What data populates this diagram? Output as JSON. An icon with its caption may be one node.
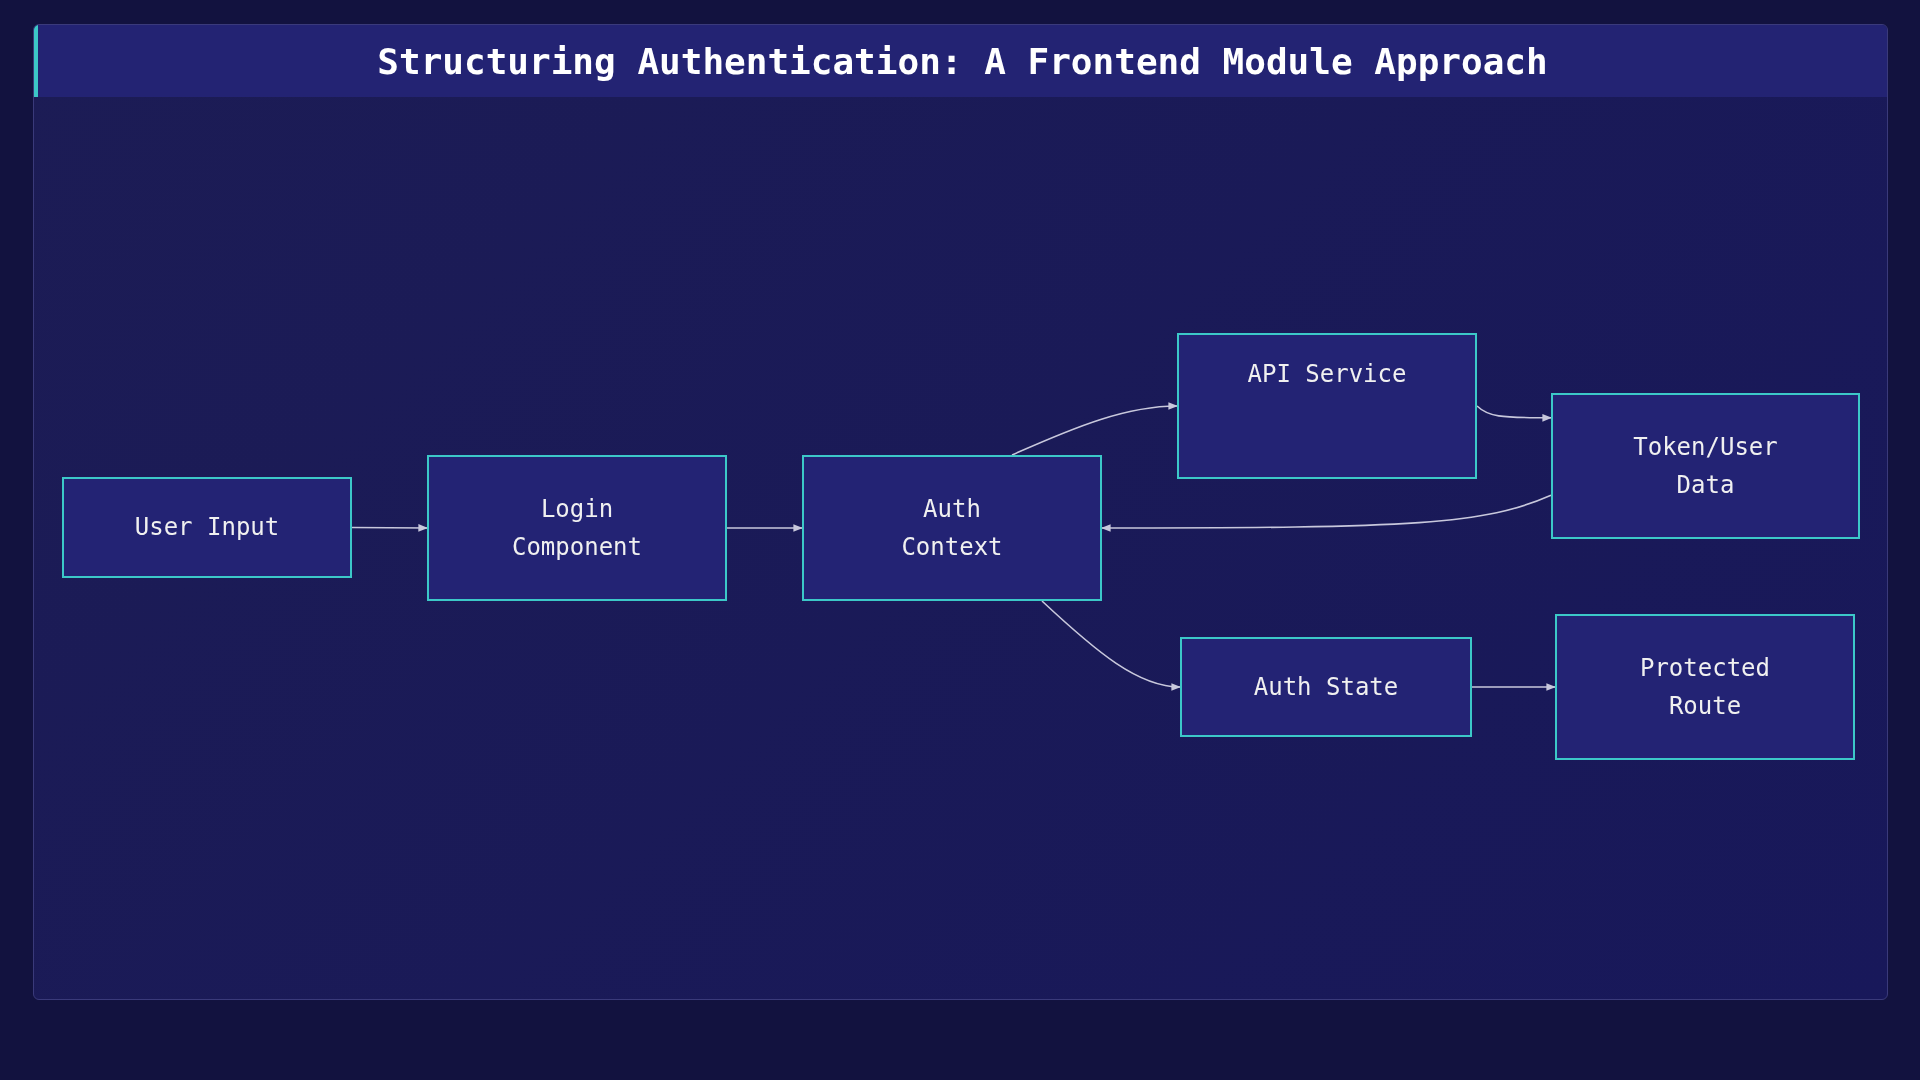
{
  "diagram": {
    "title": "Structuring Authentication: A Frontend Module Approach",
    "nodes": [
      {
        "text": [
          "User Input"
        ]
      },
      {
        "text": [
          "Login Component"
        ]
      },
      {
        "text": [
          "Auth Context"
        ]
      },
      {
        "text": [
          "API Service"
        ]
      },
      {
        "text": [
          "Token/User Data"
        ]
      },
      {
        "text": [
          "Auth State"
        ]
      },
      {
        "text": [
          "Protected Route"
        ]
      }
    ],
    "edges": [
      {
        "from": 0,
        "to": 1,
        "arrow": "to"
      },
      {
        "from": 1,
        "to": 2,
        "arrow": "to"
      },
      {
        "from": 2,
        "to": 3,
        "arrow": "to"
      },
      {
        "from": 3,
        "to": 4,
        "arrow": "to"
      },
      {
        "from": 4,
        "to": 2,
        "arrow": "to"
      },
      {
        "from": 2,
        "to": 5,
        "arrow": "to"
      },
      {
        "from": 5,
        "to": 6,
        "arrow": "to"
      }
    ]
  }
}
